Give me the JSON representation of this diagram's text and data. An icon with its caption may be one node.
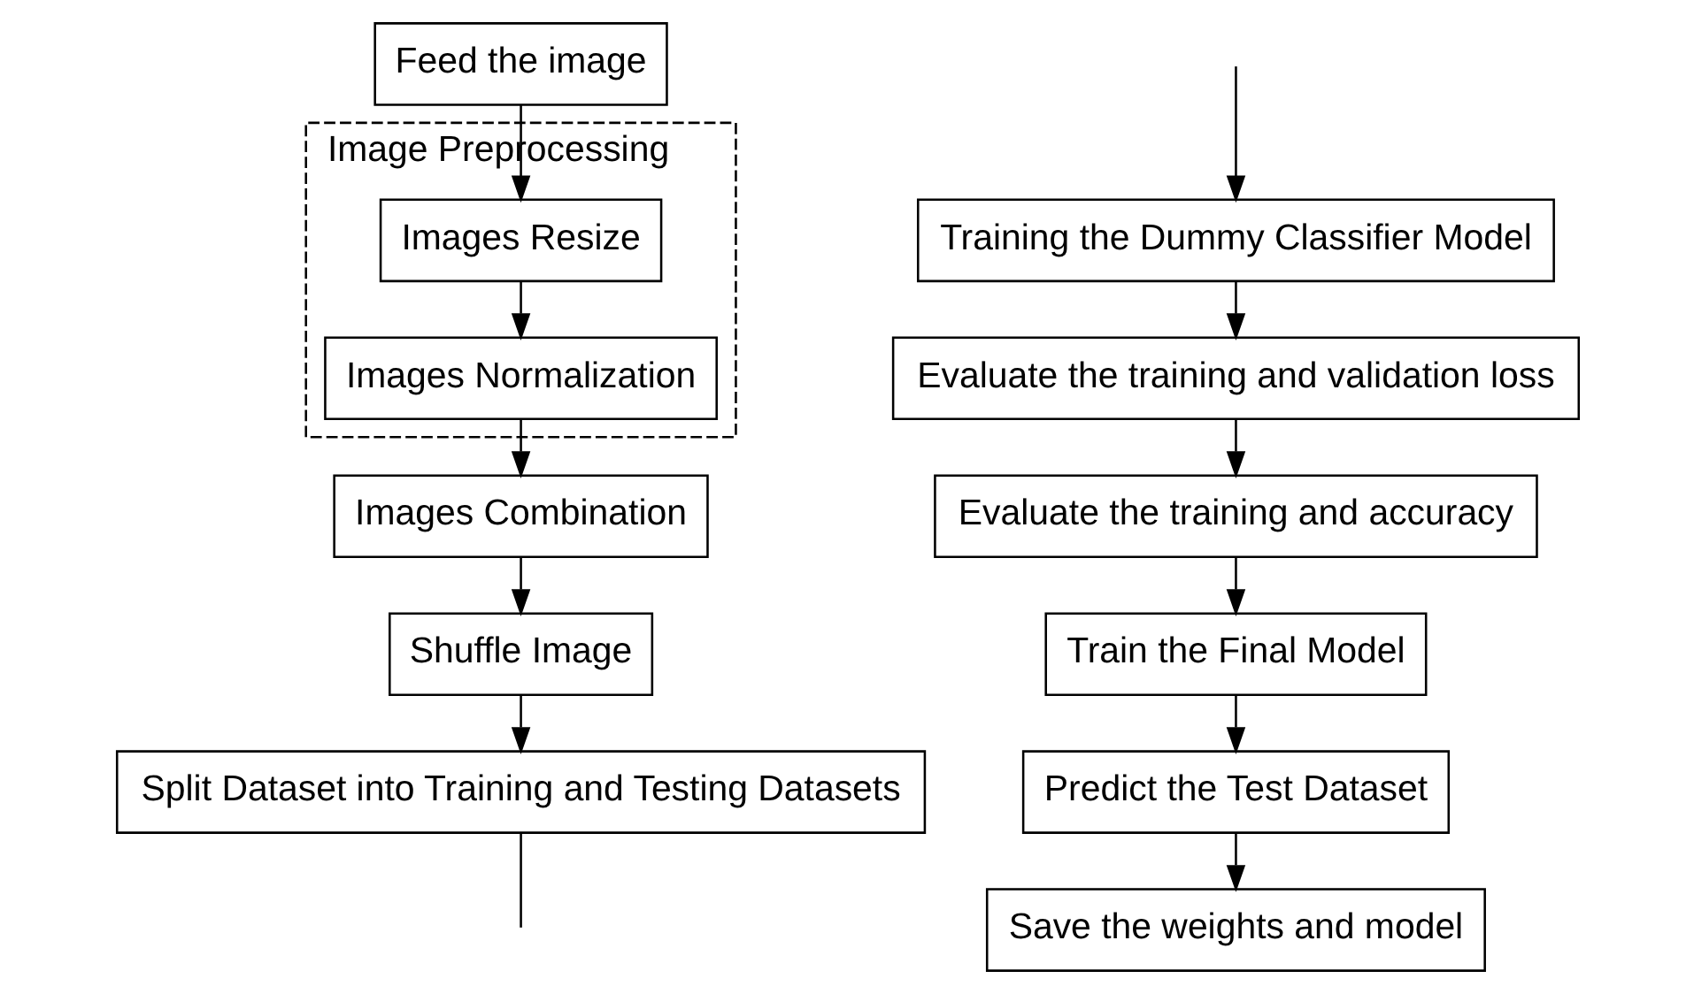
{
  "diagram": {
    "nodes": [
      {
        "text": [
          "Feed the image"
        ]
      },
      {
        "text": [
          "Image Preprocessing"
        ]
      },
      {
        "text": [
          "Images Resize"
        ],
        "in": 1
      },
      {
        "text": [
          "Images Normalization"
        ],
        "in": 1
      },
      {
        "text": [
          "Images Combination"
        ]
      },
      {
        "text": [
          "Shuffle Image"
        ]
      },
      {
        "text": [
          "Split Dataset into Training and Testing Datasets"
        ]
      },
      {
        "text": [
          "Training the Dummy Classifier Model"
        ]
      },
      {
        "text": [
          "Evaluate the training and validation loss"
        ]
      },
      {
        "text": [
          "Evaluate the training and accuracy"
        ]
      },
      {
        "text": [
          "Train the Final Model"
        ]
      },
      {
        "text": [
          "Predict the Test Dataset"
        ]
      },
      {
        "text": [
          "Save the weights and model"
        ]
      }
    ],
    "edges": [
      {
        "from": 0,
        "to": 2,
        "arrow": "to"
      },
      {
        "from": 2,
        "to": 3,
        "arrow": "to"
      },
      {
        "from": 3,
        "to": 4,
        "arrow": "to"
      },
      {
        "from": 4,
        "to": 5,
        "arrow": "to"
      },
      {
        "from": 5,
        "to": 6,
        "arrow": "to"
      },
      {
        "from": 6,
        "to": null,
        "arrow": "none"
      },
      {
        "from": null,
        "to": 7,
        "arrow": "to"
      },
      {
        "from": 7,
        "to": 8,
        "arrow": "to"
      },
      {
        "from": 8,
        "to": 9,
        "arrow": "to"
      },
      {
        "from": 9,
        "to": 10,
        "arrow": "to"
      },
      {
        "from": 10,
        "to": 11,
        "arrow": "to"
      },
      {
        "from": 11,
        "to": 12,
        "arrow": "to"
      }
    ]
  }
}
